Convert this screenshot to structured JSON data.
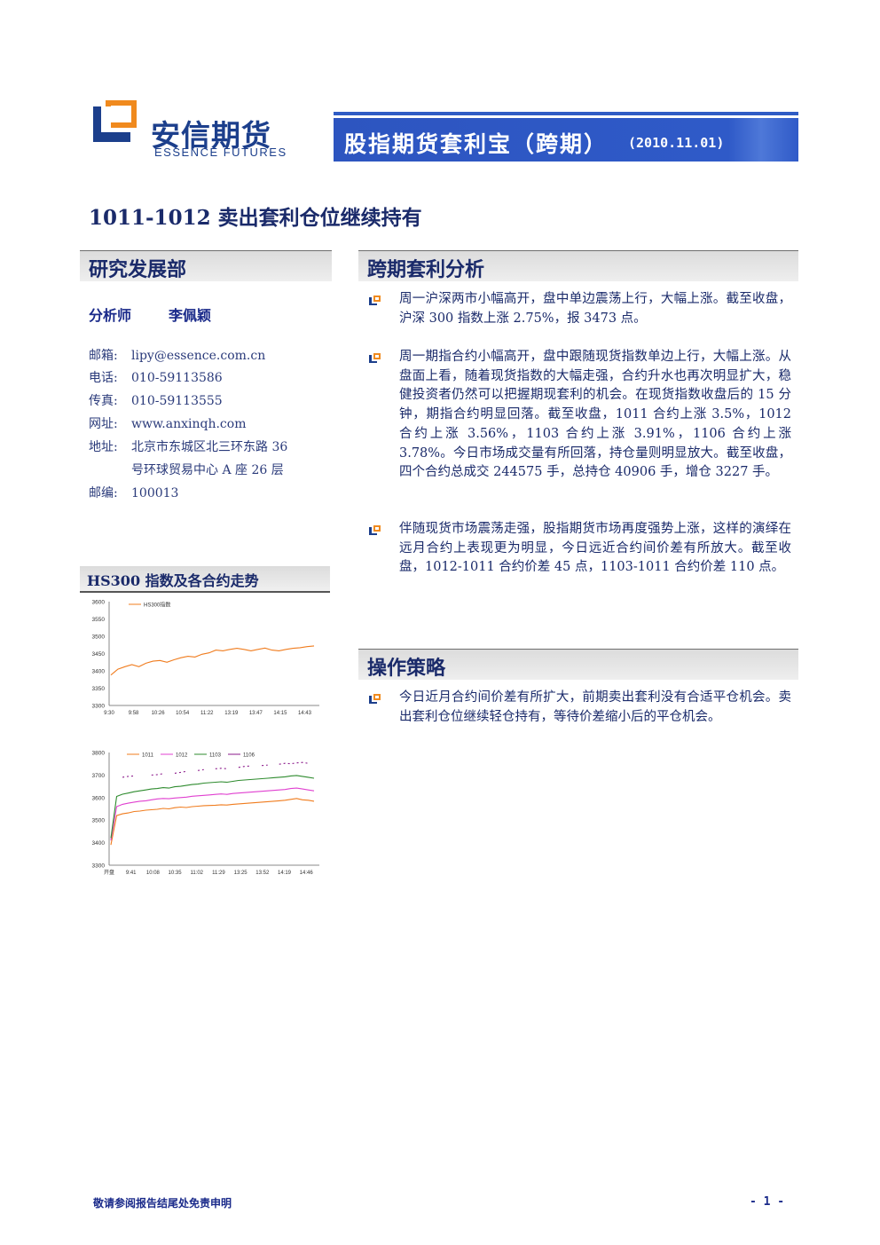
{
  "header": {
    "logo_cn": "安信期货",
    "logo_en": "ESSENCE FUTURES",
    "banner_title": "股指期货套利宝（跨期）",
    "banner_date": "(2010.11.01)"
  },
  "main_title": "1011-1012 卖出套利仓位继续持有",
  "left": {
    "dept": "研究发展部",
    "analyst_label": "分析师",
    "analyst_name": "李佩颖",
    "contacts": [
      {
        "key": "邮箱:",
        "value": "lipy@essence.com.cn"
      },
      {
        "key": "电话:",
        "value": "010-59113586"
      },
      {
        "key": "传真:",
        "value": "010-59113555"
      },
      {
        "key": "网址:",
        "value": "www.anxinqh.com"
      },
      {
        "key": "地址:",
        "value": "北京市东城区北三环东路 36",
        "value2": "号环球贸易中心 A 座 26 层"
      },
      {
        "key": "邮编:",
        "value": "100013"
      }
    ],
    "chart_section_title": "HS300 指数及各合约走势"
  },
  "right": {
    "analysis_title": "跨期套利分析",
    "paragraphs": [
      "周一沪深两市小幅高开，盘中单边震荡上行，大幅上涨。截至收盘，沪深 300 指数上涨 2.75%，报 3473 点。",
      "周一期指合约小幅高开，盘中跟随现货指数单边上行，大幅上涨。从盘面上看，随着现货指数的大幅走强，合约升水也再次明显扩大，稳健投资者仍然可以把握期现套利的机会。在现货指数收盘后的 15 分钟，期指合约明显回落。截至收盘，1011 合约上涨 3.5%，1012 合约上涨 3.56%，1103 合约上涨 3.91%，1106 合约上涨 3.78%。今日市场成交量有所回落，持仓量则明显放大。截至收盘，四个合约总成交 244575 手，总持仓 40906 手，增仓 3227 手。",
      "伴随现货市场震荡走强，股指期货市场再度强势上涨，这样的演绎在远月合约上表现更为明显，今日远近合约间价差有所放大。截至收盘，1012-1011 合约价差 45 点，1103-1011 合约价差 110 点。"
    ],
    "strategy_title": "操作策略",
    "strategy_paragraph": "今日近月合约间价差有所扩大，前期卖出套利没有合适平仓机会。卖出套利仓位继续轻仓持有，等待价差缩小后的平仓机会。"
  },
  "footer": {
    "disclaimer": "敬请参阅报告结尾处免责申明",
    "page": "- 1 -"
  },
  "colors": {
    "brand_blue": "#2f5ac8",
    "logo_orange": "#f08a1e",
    "text_navy": "#1a2a6a",
    "line_1011": "#f07c1e",
    "line_1012": "#e040d0",
    "line_1103": "#2e8b2e",
    "line_1106": "#8b1a8b"
  },
  "chart_data": [
    {
      "type": "line",
      "title": "",
      "series": [
        {
          "name": "HS300指数",
          "values": [
            3388,
            3405,
            3412,
            3418,
            3412,
            3422,
            3428,
            3430,
            3425,
            3432,
            3438,
            3442,
            3440,
            3448,
            3452,
            3460,
            3458,
            3462,
            3465,
            3462,
            3458,
            3462,
            3466,
            3460,
            3458,
            3462,
            3465,
            3467,
            3470,
            3472
          ]
        }
      ],
      "x_ticks": [
        "9:30",
        "9:58",
        "10:26",
        "10:54",
        "11:22",
        "13:19",
        "13:47",
        "14:15",
        "14:43"
      ],
      "ylim": [
        3300,
        3600
      ],
      "y_ticks": [
        "3300",
        "3350",
        "3400",
        "3450",
        "3500",
        "3550",
        "3600"
      ],
      "legend": "top-left",
      "grid": false
    },
    {
      "type": "line",
      "title": "",
      "series": [
        {
          "name": "1011",
          "values": [
            3390,
            3520,
            3528,
            3532,
            3538,
            3540,
            3544,
            3546,
            3548,
            3552,
            3550,
            3555,
            3558,
            3556,
            3560,
            3562,
            3564,
            3565,
            3566,
            3568,
            3567,
            3570,
            3572,
            3574,
            3576,
            3578,
            3580,
            3582,
            3584,
            3586,
            3588,
            3592,
            3596,
            3590,
            3588,
            3584
          ]
        },
        {
          "name": "1012",
          "values": [
            3410,
            3560,
            3570,
            3575,
            3580,
            3584,
            3586,
            3590,
            3594,
            3596,
            3595,
            3598,
            3600,
            3602,
            3606,
            3608,
            3610,
            3612,
            3614,
            3616,
            3614,
            3618,
            3620,
            3622,
            3624,
            3626,
            3628,
            3630,
            3632,
            3634,
            3636,
            3640,
            3642,
            3638,
            3634,
            3630
          ]
        },
        {
          "name": "1103",
          "values": [
            3420,
            3605,
            3615,
            3620,
            3626,
            3630,
            3634,
            3638,
            3640,
            3644,
            3642,
            3648,
            3650,
            3654,
            3658,
            3660,
            3664,
            3666,
            3668,
            3670,
            3668,
            3672,
            3676,
            3678,
            3680,
            3682,
            3684,
            3686,
            3688,
            3690,
            3692,
            3696,
            3698,
            3694,
            3690,
            3686
          ]
        },
        {
          "name": "1106",
          "values": [
            null,
            null,
            3690,
            3694,
            3696,
            null,
            null,
            3700,
            3702,
            3706,
            null,
            3708,
            3712,
            3716,
            null,
            3720,
            3724,
            null,
            3728,
            3730,
            3728,
            null,
            3734,
            3738,
            3740,
            null,
            3742,
            3744,
            null,
            3748,
            3752,
            3750,
            3754,
            3756,
            3752,
            null
          ]
        }
      ],
      "x_ticks": [
        "开盘",
        "9:41",
        "10:08",
        "10:35",
        "11:02",
        "11:29",
        "13:25",
        "13:52",
        "14:19",
        "14:46"
      ],
      "ylim": [
        3300,
        3800
      ],
      "y_ticks": [
        "3300",
        "3400",
        "3500",
        "3600",
        "3700",
        "3800"
      ],
      "legend": "top",
      "grid": false
    }
  ]
}
